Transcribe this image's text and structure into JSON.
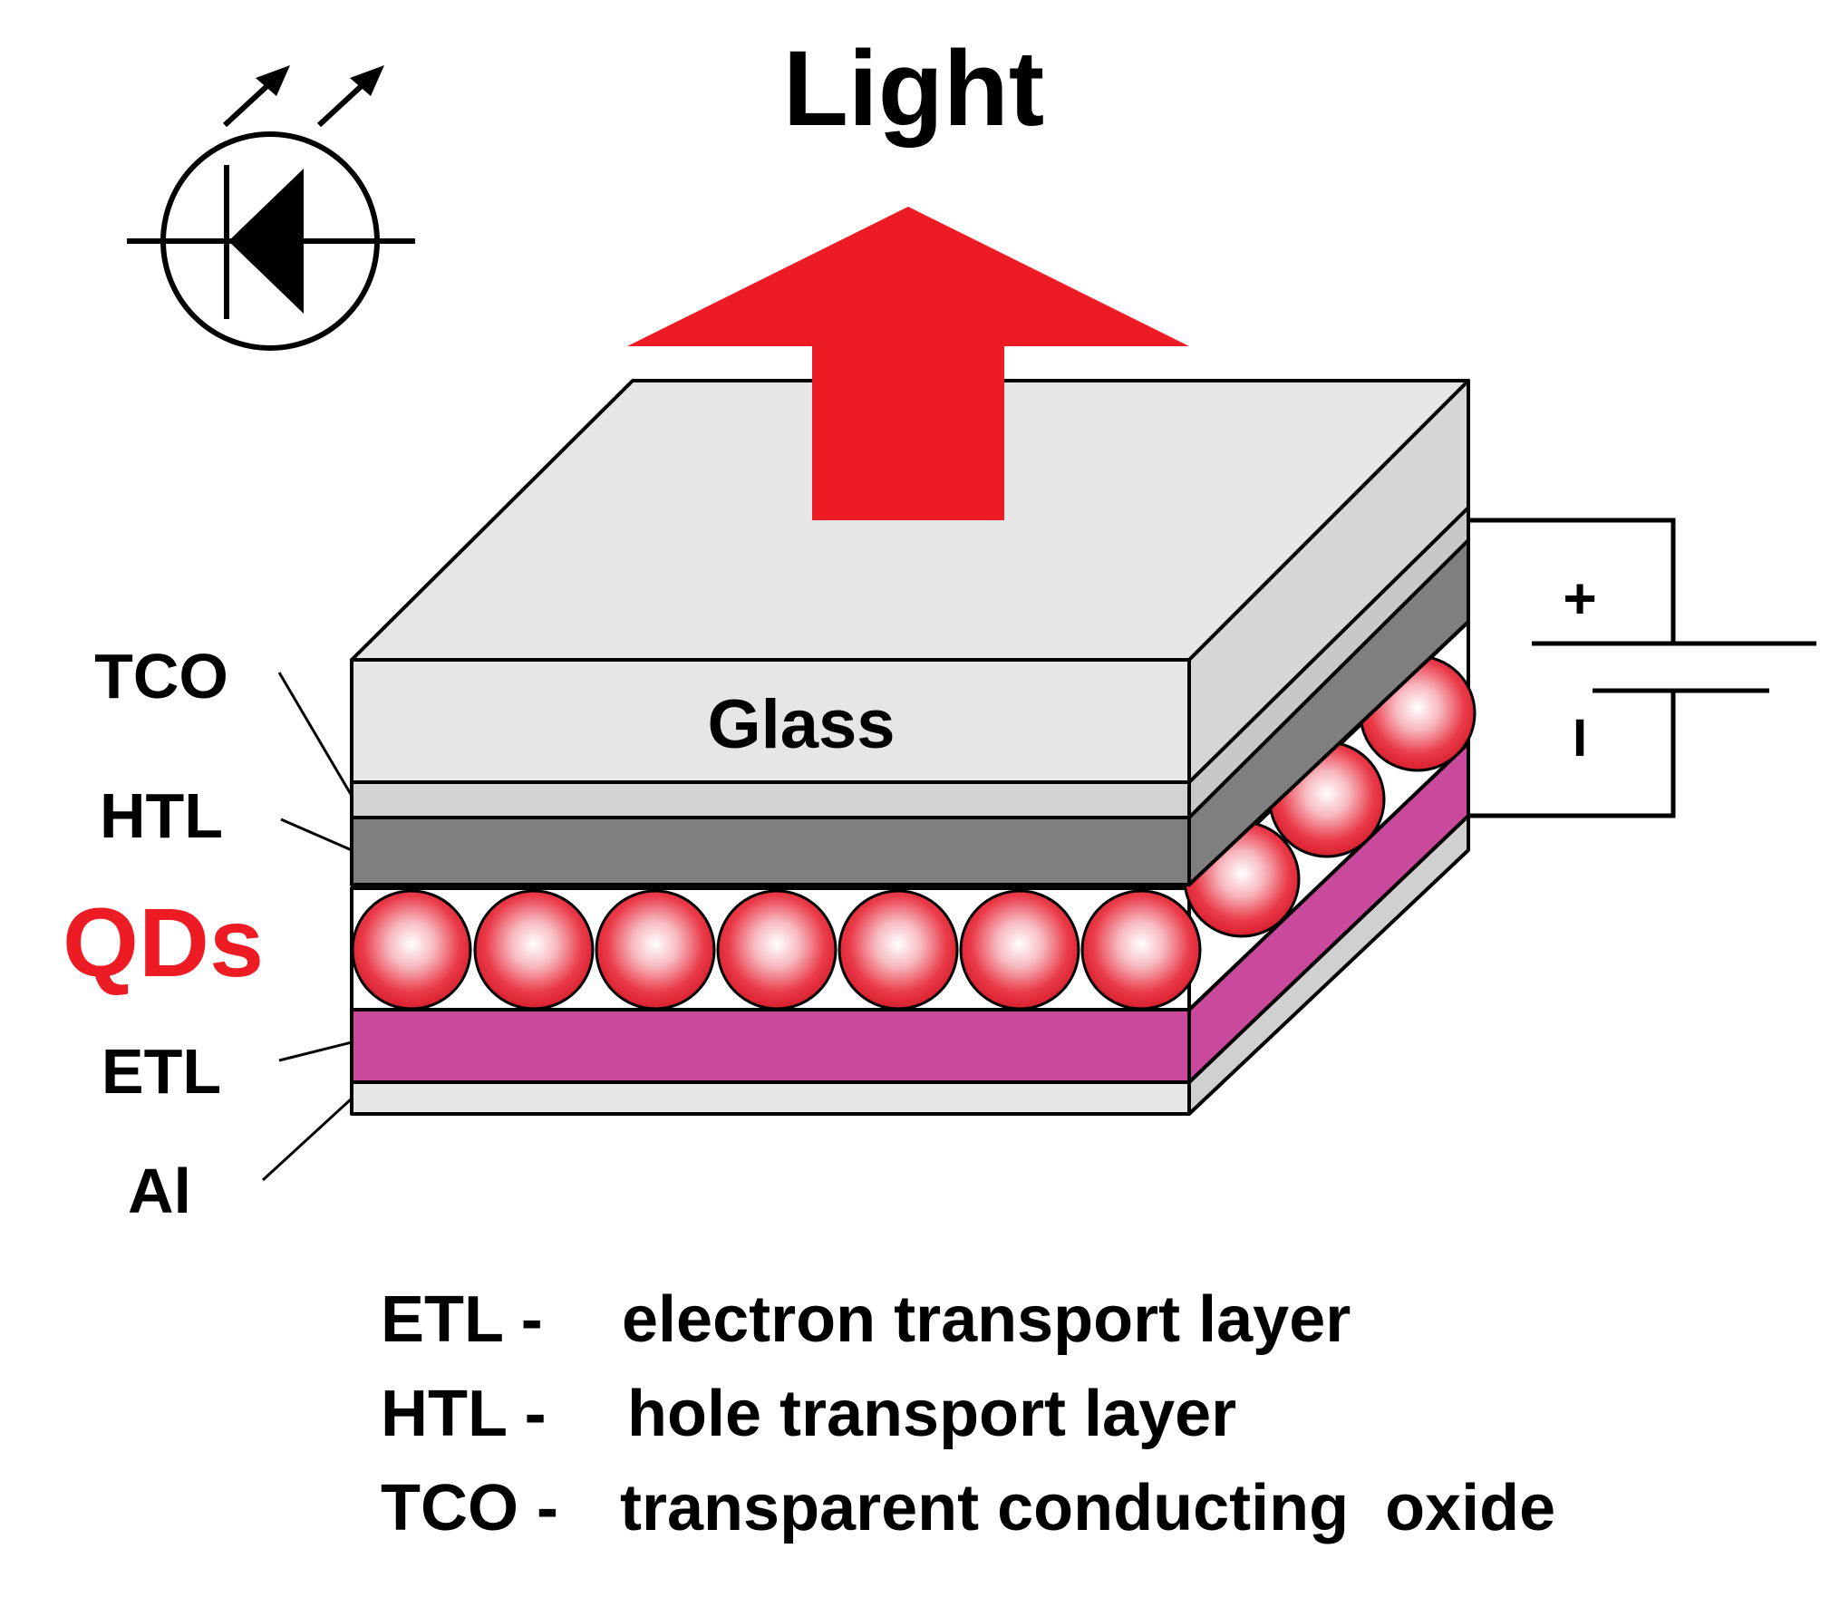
{
  "title": "Light",
  "glass_label": "Glass",
  "side_labels": {
    "tco": "TCO",
    "htl": "HTL",
    "qds": "QDs",
    "etl": "ETL",
    "al": "Al"
  },
  "battery": {
    "plus": "+",
    "minus": "I"
  },
  "legend": [
    {
      "abbr": "ETL -",
      "text": "electron transport layer"
    },
    {
      "abbr": "HTL -",
      "text": "hole transport layer"
    },
    {
      "abbr": "TCO -",
      "text": "transparent conducting  oxide"
    }
  ],
  "colors": {
    "arrow": "#ed1c24",
    "qds_text": "#ed1c24",
    "glass": "#e6e6e6",
    "tco": "#d2d2d2",
    "htl": "#7f7f7f",
    "etl": "#c94a9c",
    "al": "#e6e6e6",
    "qd_sphere": "#ea3a48"
  },
  "icons": [
    "led-symbol-icon",
    "light-arrow-icon",
    "battery-icon",
    "quantum-dot-icon"
  ]
}
